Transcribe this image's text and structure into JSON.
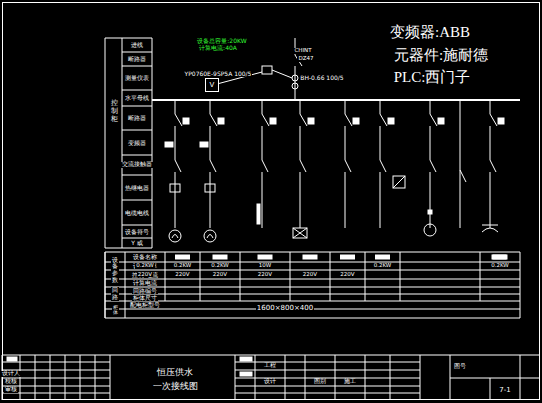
{
  "diagram": {
    "nodes": [
      {
        "text": [
          "V"
        ]
      }
    ],
    "labels": [
      "变频器:ABB",
      "元器件:施耐德",
      "PLC:西门子",
      "控制柜",
      "进线",
      "断路器",
      "测量仪表",
      "水平母线",
      "断路器",
      "变频器",
      "交流接触器",
      "热继电器",
      "电缆电线",
      "设备符号",
      "Y 或",
      "设备总容量:20KW",
      "计算电流:40A",
      "YP0760E-9SP5A 100/5",
      "CHINT",
      "DZ47",
      "BH-0.66 100/5",
      "设备名称",
      "设备功率",
      "控制 电流",
      "计算电流",
      "回路编号",
      "柜体尺寸",
      "配电柜型号",
      "设备参数",
      "回路",
      "柜体",
      "0.2KW",
      "0.2KW",
      "0.2KW",
      "10W",
      "0.2KW",
      "0.2KW",
      "220V",
      "220V",
      "220V",
      "220V",
      "220V",
      "220V",
      "1600×800×400",
      "恒压供水",
      "一次接线图",
      "设计人",
      "校核",
      "审核",
      "工程",
      "设计",
      "图别",
      "施工",
      "图号",
      "7-1"
    ]
  }
}
